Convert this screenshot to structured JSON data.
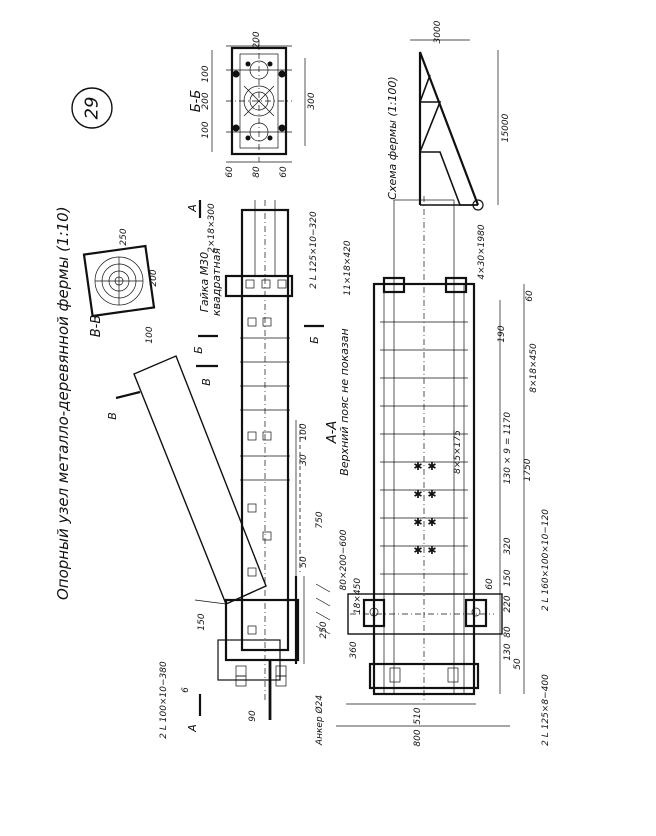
{
  "sheet_number": "29",
  "title": "Опорный узел металло-деревянной фермы (1:10)",
  "sections": {
    "v_v": "В-В",
    "b_b": "Б-Б",
    "a_a": "А-А",
    "scheme": "Схема фермы (1:100)"
  },
  "markers": {
    "a": "А",
    "b": "Б",
    "v": "В"
  },
  "callouts": {
    "nut": "Гайка М30",
    "nut_shape": "квадратная",
    "plate_2x18x300": "2×18×300",
    "angle_125_10_320": "2 L 125×10−320",
    "plate_11_18_420": "11×18×420",
    "plate_4_30_1980": "4×30×1980",
    "plate_8_18_450": "8×18×450",
    "bolts_8_5_175": "8×5×175",
    "upper_chord_note": "Верхний пояс не показан",
    "plate_80_200_600": "80×200−600",
    "plate_18_450": "18×450",
    "angle_100_10_380": "2 L 100×10−380",
    "angle_160_100_10_120": "2 L 160×100×10−120",
    "angle_125_8_400": "2 L 125×8−400",
    "anchor": "Анкер Ø24",
    "six": "6"
  },
  "dims": {
    "vv_250": "250",
    "vv_200": "200",
    "bb_200_top": "200",
    "bb_100_a": "100",
    "bb_200_mid": "200",
    "bb_100_b": "100",
    "bb_300": "300",
    "bb_60_a": "60",
    "bb_80": "80",
    "bb_60_b": "60",
    "scheme_3000": "3000",
    "scheme_15000": "15000",
    "top_100": "100",
    "top_30": "30",
    "top_750": "750",
    "top_50": "50",
    "top_150": "150",
    "top_250": "250",
    "top_90": "90",
    "aa_190": "190",
    "aa_60": "60",
    "aa_1750": "1750",
    "aa_130x9": "130 × 9 = 1170",
    "aa_320": "320",
    "aa_150": "150",
    "aa_60b": "60",
    "aa_220": "220",
    "aa_80": "80",
    "aa_130": "130",
    "aa_50": "50",
    "aa_360": "360",
    "aa_510": "510",
    "aa_800": "800"
  }
}
